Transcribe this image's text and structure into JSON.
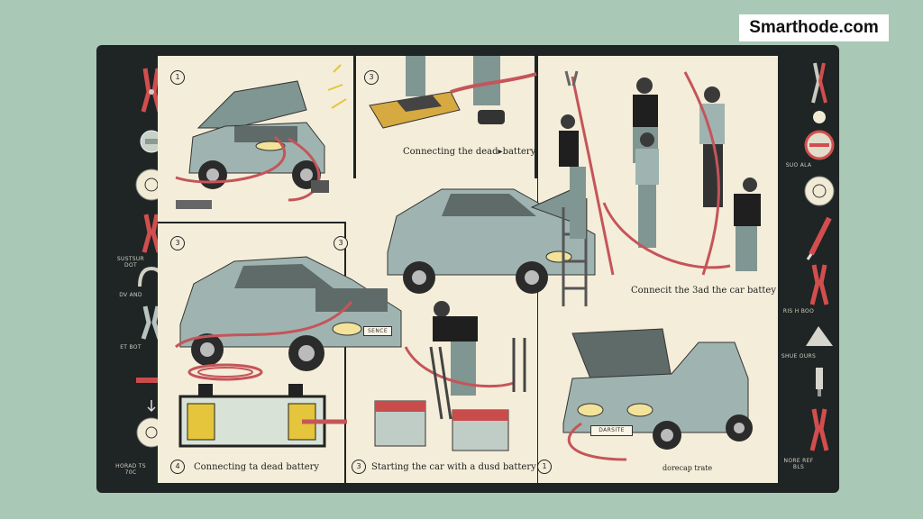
{
  "site_badge": "Smarthode.com",
  "steps": {
    "n1": "1",
    "n2": "3",
    "n3": "3",
    "n4": "3",
    "n5": "4",
    "n6": "3",
    "n7": "1"
  },
  "captions": {
    "c1": "Connecting the dead▸battery",
    "c2": "Connecit the 3ad the car battey",
    "c3": "Connecting ta dead battery",
    "c4": "Starting the car with a dusd battery",
    "c5": "dorecap trate"
  },
  "tags": {
    "car_plate": "DARSITE",
    "plate_small": "SENCE"
  },
  "sidebar_left_captions": [
    "SUSTSUR DOT",
    "DV AND",
    "ET BOT",
    "HORAD TS 70C"
  ],
  "sidebar_right_captions": [
    "SUO ALA",
    "RIS H BOO",
    "SHUE OURS",
    "NORE REF BLS"
  ],
  "colors": {
    "background": "#a9c8b6",
    "board": "#1f2424",
    "panel": "#f4edd9",
    "car": "#9fb4b0",
    "cable": "#c4555a",
    "clamp_red": "#d24e4e"
  }
}
